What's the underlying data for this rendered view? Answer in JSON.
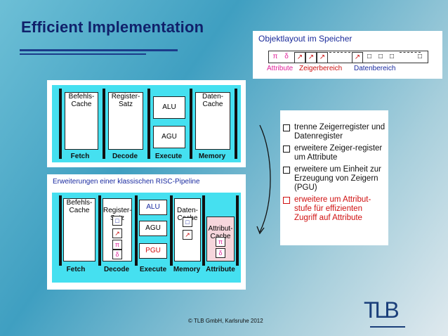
{
  "slide": {
    "title": "Efficient Implementation",
    "footer": "© TLB GmbH, Karlsruhe 2012",
    "logo": "TLB"
  },
  "layout_panel": {
    "title": "Objektlayout im Speicher",
    "cells": [
      "π",
      "δ",
      "↗",
      "↗",
      "↗",
      "",
      "",
      "↗",
      "□",
      "□",
      "□",
      "",
      "",
      "□"
    ],
    "label_attr": "Attribute",
    "label_zeiger": "Zeigerbereich",
    "label_daten": "Datenbereich"
  },
  "pipeline1": {
    "stages": [
      "Fetch",
      "Decode",
      "Execute",
      "Memory"
    ],
    "boxes": [
      "Befehls-\nCache",
      "Register-\nSatz",
      "ALU",
      "AGU",
      "Daten-\nCache"
    ]
  },
  "pipeline2": {
    "title": "Erweiterungen einer klassischen RISC-Pipeline",
    "stages": [
      "Fetch",
      "Decode",
      "Execute",
      "Memory",
      "Attribute"
    ],
    "boxes": [
      "Befehls-\nCache",
      "Register-\nSatz",
      "ALU",
      "AGU",
      "PGU",
      "Daten-\nCache",
      "Attribut-\nCache"
    ],
    "reg_glyphs": [
      "□",
      "↗",
      "π",
      "δ"
    ],
    "data_glyphs": [
      "□",
      "↗"
    ],
    "attr_glyphs": [
      "π",
      "δ"
    ]
  },
  "list": {
    "items": [
      {
        "text": "trenne Zeigerregister und Datenregister",
        "red": false
      },
      {
        "text": "erweitere Zeiger-register um Attribute",
        "red": false
      },
      {
        "text": "erweitere um Einheit zur Erzeugung von Zeigern (PGU)",
        "red": false
      },
      {
        "text": "erweitere um Attribut-stufe für effizienten Zugriff auf Attribute",
        "red": true
      }
    ]
  },
  "colors": {
    "title": "#10216b",
    "pipeline_bg": "#45e0f0",
    "accent_red": "#d01010",
    "accent_pink": "#e0209a",
    "accent_blue": "#1a2aa0"
  }
}
